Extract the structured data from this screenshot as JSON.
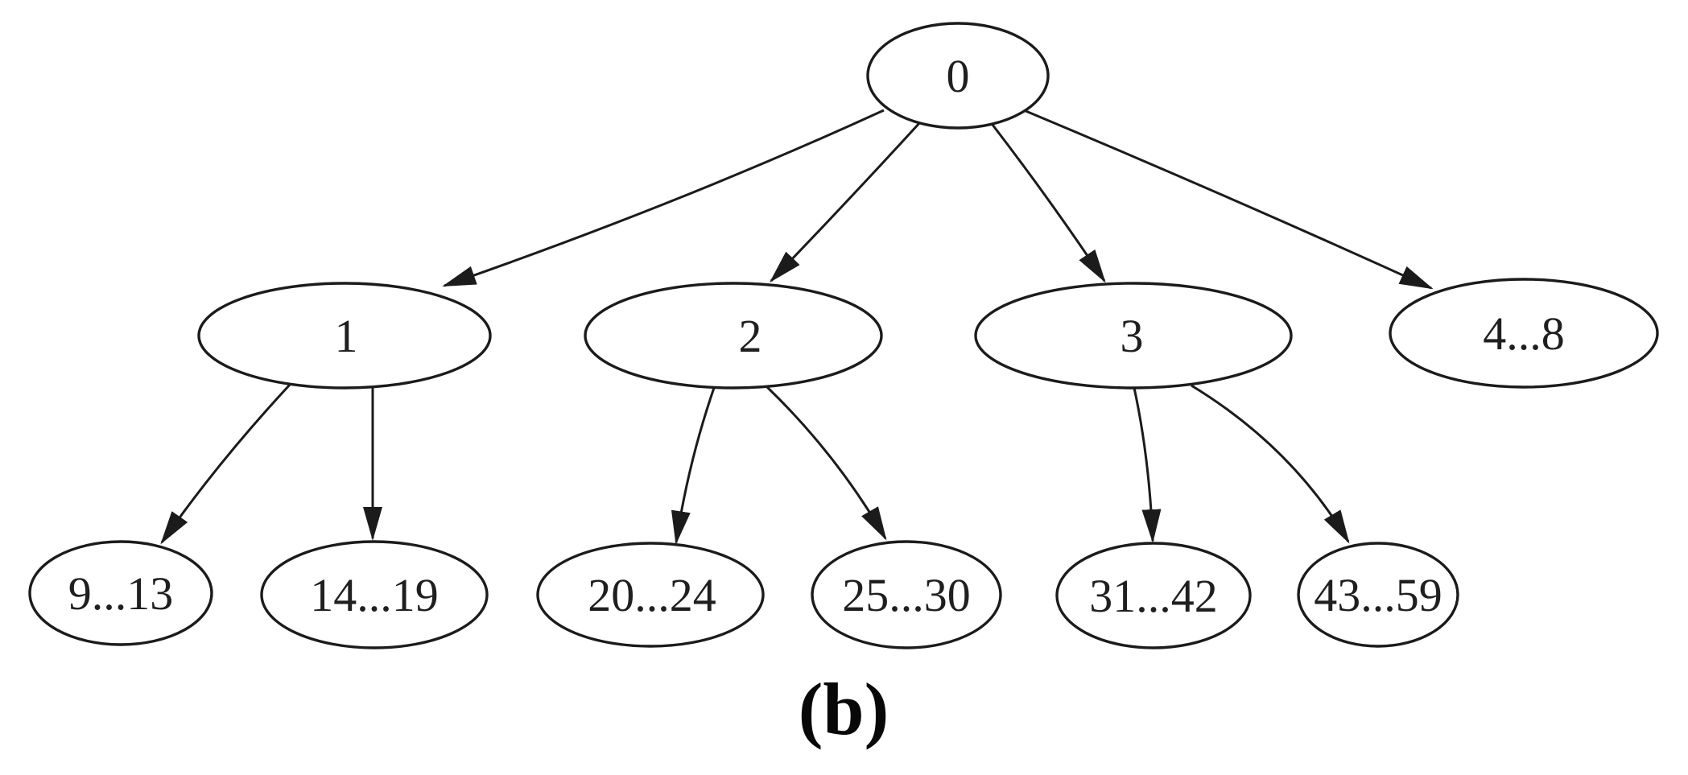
{
  "figure": {
    "caption": "(b)",
    "type": "tree-diagram"
  },
  "colors": {
    "background": "#ffffff",
    "stroke": "#1b1b1b",
    "text": "#1f1f1f"
  },
  "tree": {
    "nodes": [
      {
        "id": "0",
        "label": "0"
      },
      {
        "id": "1",
        "label": "1"
      },
      {
        "id": "2",
        "label": "2"
      },
      {
        "id": "3",
        "label": "3"
      },
      {
        "id": "4-8",
        "label": "4...8"
      },
      {
        "id": "9-13",
        "label": "9...13"
      },
      {
        "id": "14-19",
        "label": "14...19"
      },
      {
        "id": "20-24",
        "label": "20...24"
      },
      {
        "id": "25-30",
        "label": "25...30"
      },
      {
        "id": "31-42",
        "label": "31...42"
      },
      {
        "id": "43-59",
        "label": "43...59"
      }
    ],
    "edges": [
      {
        "from": "0",
        "to": "1"
      },
      {
        "from": "0",
        "to": "2"
      },
      {
        "from": "0",
        "to": "3"
      },
      {
        "from": "0",
        "to": "4-8"
      },
      {
        "from": "1",
        "to": "9-13"
      },
      {
        "from": "1",
        "to": "14-19"
      },
      {
        "from": "2",
        "to": "20-24"
      },
      {
        "from": "2",
        "to": "25-30"
      },
      {
        "from": "3",
        "to": "31-42"
      },
      {
        "from": "3",
        "to": "43-59"
      }
    ]
  }
}
